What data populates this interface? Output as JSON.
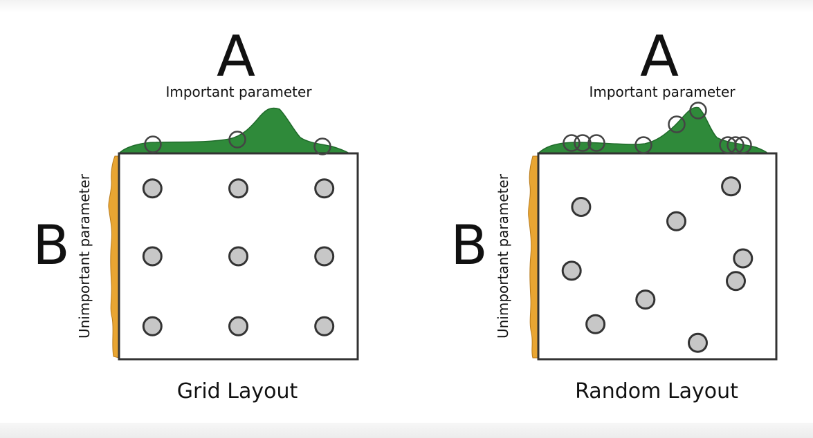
{
  "panels": [
    {
      "id": "grid",
      "letter_a": "A",
      "letter_b": "B",
      "important_label": "Important parameter",
      "unimportant_label": "Unimportant parameter",
      "caption": "Grid Layout",
      "points": [
        [
          0.14,
          0.83
        ],
        [
          0.5,
          0.83
        ],
        [
          0.86,
          0.83
        ],
        [
          0.14,
          0.5
        ],
        [
          0.5,
          0.5
        ],
        [
          0.86,
          0.5
        ],
        [
          0.14,
          0.16
        ],
        [
          0.5,
          0.16
        ],
        [
          0.86,
          0.16
        ]
      ]
    },
    {
      "id": "random",
      "letter_a": "A",
      "letter_b": "B",
      "important_label": "Important parameter",
      "unimportant_label": "Unimportant parameter",
      "caption": "Random Layout",
      "points": [
        [
          0.81,
          0.84
        ],
        [
          0.18,
          0.74
        ],
        [
          0.58,
          0.67
        ],
        [
          0.86,
          0.49
        ],
        [
          0.14,
          0.43
        ],
        [
          0.83,
          0.38
        ],
        [
          0.45,
          0.29
        ],
        [
          0.24,
          0.17
        ],
        [
          0.67,
          0.08
        ]
      ]
    }
  ],
  "colors": {
    "important_density": "#2f8a3a",
    "unimportant_density": "#e8a532",
    "point_fill": "#c7c7c7",
    "stroke": "#333333"
  }
}
